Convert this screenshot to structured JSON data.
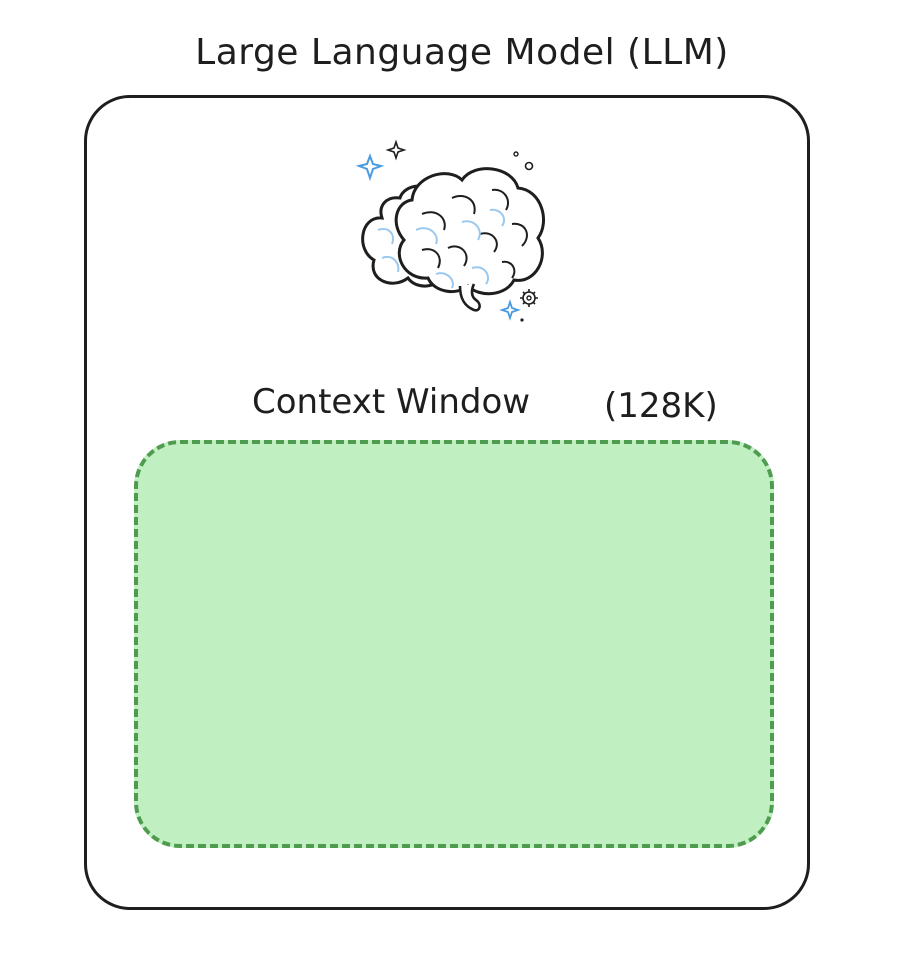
{
  "diagram": {
    "title": "Large Language Model (LLM)",
    "brain_icon": "brain-icon",
    "context_window": {
      "label": "Context Window",
      "size": "(128K)",
      "fill_color": "#c0f0c2",
      "border_color": "#4f9b4f"
    },
    "outline_color": "#1e1e1e"
  }
}
